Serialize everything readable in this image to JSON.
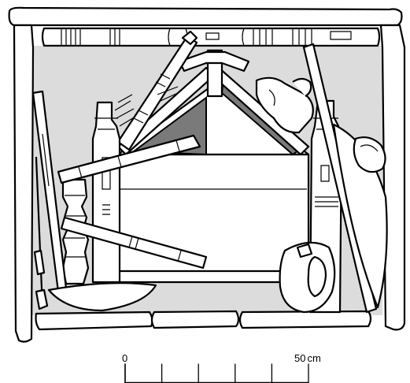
{
  "scale_bar": {
    "label_start": "0",
    "label_end": "50",
    "unit": "cm",
    "tick_count": 6
  },
  "colors": {
    "line": "#000000",
    "shadow_fill": "#dcdcdc",
    "dark_panel": "#7a7a7a",
    "paper": "#ffffff"
  }
}
